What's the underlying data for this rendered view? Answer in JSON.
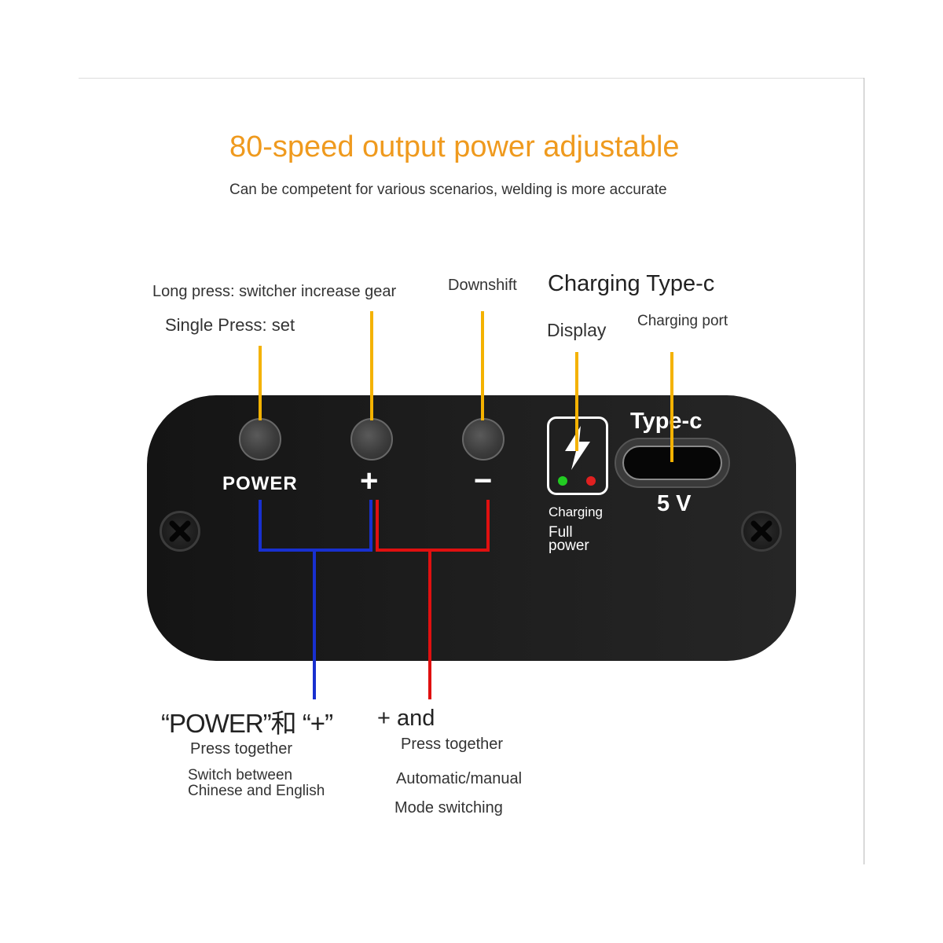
{
  "title": "80-speed output power adjustable",
  "subtitle": "Can be competent for various scenarios, welding is more accurate",
  "callouts": {
    "long_press": "Long press: switcher increase gear",
    "single_press": "Single Press: set",
    "downshift": "Downshift",
    "charging_type_c": "Charging Type-c",
    "display": "Display",
    "charging_port": "Charging port"
  },
  "panel": {
    "power_label": "POWER",
    "plus_label": "+",
    "minus_label": "−",
    "display_charging": "Charging",
    "display_full_power": "Full\npower",
    "usb_label": "Type-c",
    "voltage": "5 V"
  },
  "bottom": {
    "combo_left": "“POWER”和 “+”",
    "combo_right": "+ and",
    "press_together_left": "Press together",
    "press_together_right": "Press together",
    "switch_language": "Switch between Chinese and English",
    "auto_manual": "Automatic/manual",
    "mode_switching": "Mode switching"
  },
  "colors": {
    "accent": "#ef9a1e",
    "callout_line": "#f4b200",
    "blue_line": "#1830d0",
    "red_line": "#e01010",
    "led_green": "#22cc22",
    "led_red": "#e02020",
    "panel": "#1e1e1e"
  },
  "icons": {
    "display": "lightning-bolt-icon",
    "screws": "phillips-screw-icon"
  }
}
